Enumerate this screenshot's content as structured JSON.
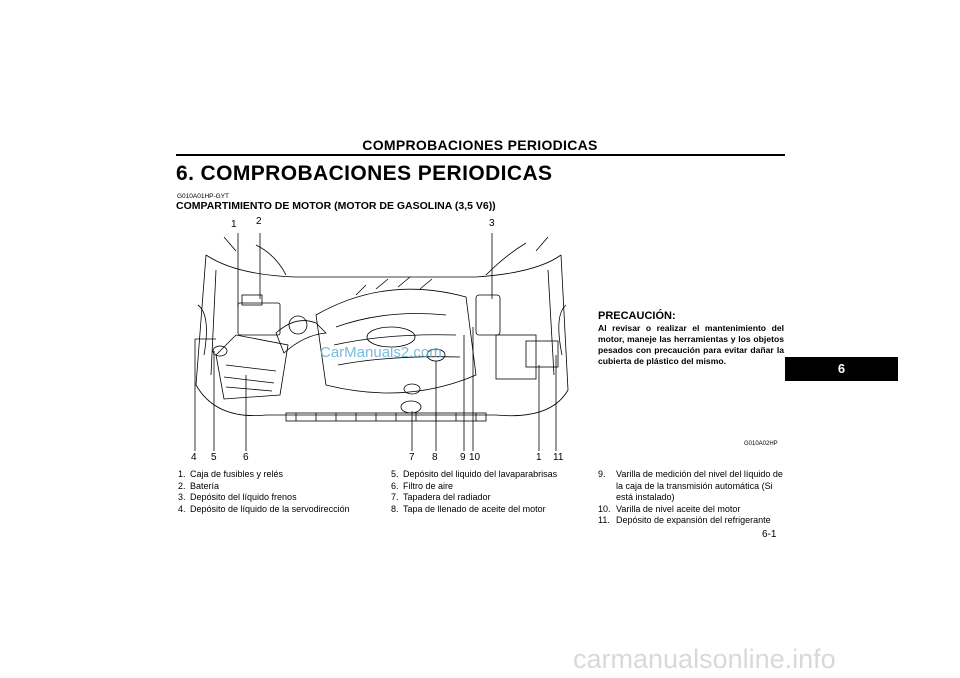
{
  "header": {
    "running_title": "COMPROBACIONES PERIODICAS"
  },
  "chapter": {
    "title": "6. COMPROBACIONES  PERIODICAS",
    "tab": "6"
  },
  "section": {
    "ref_code": "G010A01HP-GYT",
    "heading": "COMPARTIMIENTO DE MOTOR (MOTOR DE GASOLINA (3,5 V6))"
  },
  "diagram": {
    "callouts": [
      "1",
      "2",
      "3",
      "4",
      "5",
      "6",
      "7",
      "8",
      "9",
      "10",
      "1",
      "11"
    ],
    "image_code": "G010A02HP",
    "watermark": "CarManuals2.com"
  },
  "caution": {
    "title": "PRECAUCIÓN:",
    "body": "Al revisar o realizar el mantenimiento del motor, maneje las herramientas y los objetos pesados con precaución para evitar dañar la cubierta de plástico del mismo."
  },
  "legend": [
    {
      "n": "1.",
      "text": "Caja de fusibles y relés"
    },
    {
      "n": "2.",
      "text": "Batería"
    },
    {
      "n": "3.",
      "text": "Depósito del líquido frenos"
    },
    {
      "n": "4.",
      "text": "Depósito de líquido de la servodirección"
    },
    {
      "n": "5.",
      "text": "Depósito del liquido del lavaparabrisas"
    },
    {
      "n": "6.",
      "text": "Filtro de aire"
    },
    {
      "n": "7.",
      "text": "Tapadera del radiador"
    },
    {
      "n": "8.",
      "text": "Tapa de llenado de aceite del motor"
    },
    {
      "n": "9.",
      "text": "Varilla de medición del nivel del líquido de la caja de la transmisión automática (Si está instalado)"
    },
    {
      "n": "10.",
      "text": "Varilla de nivel aceite del motor"
    },
    {
      "n": "11.",
      "text": "Depósito de expansión del refrigerante"
    }
  ],
  "footer": {
    "page_number": "6-1",
    "site": "carmanualsonline.info"
  }
}
